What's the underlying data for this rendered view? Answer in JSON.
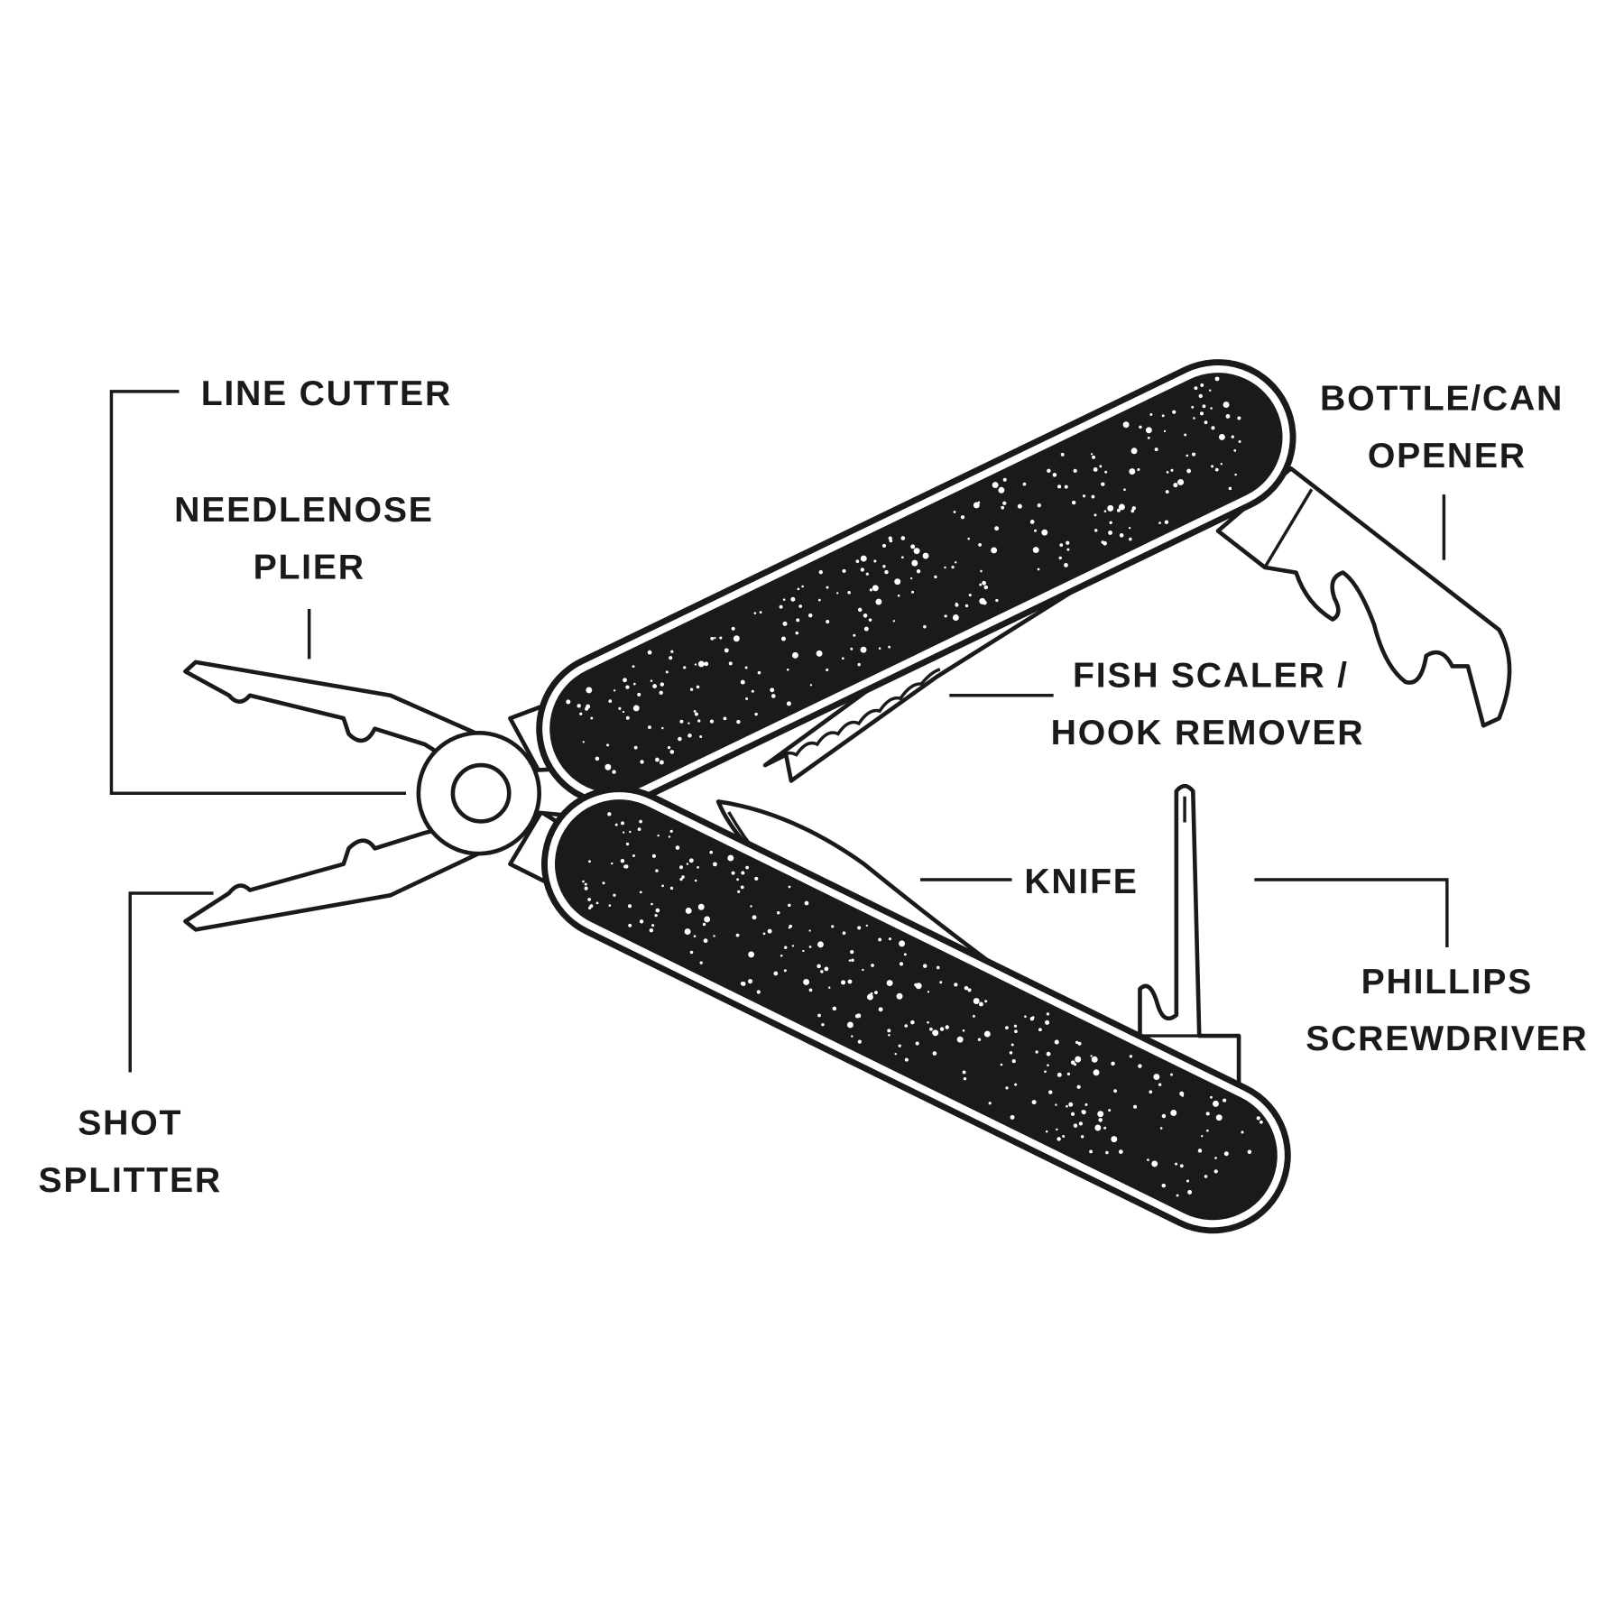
{
  "colors": {
    "ink": "#1a1a1a",
    "background": "#ffffff"
  },
  "labels": {
    "line_cutter": "LINE CUTTER",
    "needlenose_1": "NEEDLENOSE",
    "needlenose_2": "PLIER",
    "bottle_1": "BOTTLE/CAN",
    "bottle_2": "OPENER",
    "fish_1": "FISH SCALER /",
    "fish_2": "HOOK REMOVER",
    "knife": "KNIFE",
    "phillips_1": "PHILLIPS",
    "phillips_2": "SCREWDRIVER",
    "shot_1": "SHOT",
    "shot_2": "SPLITTER"
  }
}
